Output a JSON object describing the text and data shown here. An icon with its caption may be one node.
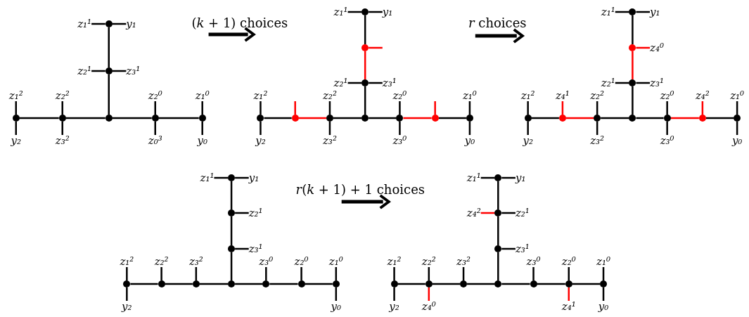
{
  "diagram": {
    "nodes": [
      {
        "text": [],
        "shape": "circle"
      },
      {
        "text": [],
        "shape": "circle"
      },
      {
        "text": [],
        "shape": "circle"
      },
      {
        "text": [],
        "shape": "circle"
      },
      {
        "text": [],
        "shape": "circle"
      },
      {
        "text": [],
        "shape": "circle"
      },
      {
        "text": [],
        "shape": "circle"
      },
      {
        "text": [
          "z₁¹"
        ]
      },
      {
        "text": [
          "y₁"
        ]
      },
      {
        "text": [
          "z₂¹"
        ]
      },
      {
        "text": [
          "z₃¹"
        ]
      },
      {
        "text": [
          "z₁²"
        ]
      },
      {
        "text": [
          "z₂²"
        ]
      },
      {
        "text": [
          "z₂⁰"
        ]
      },
      {
        "text": [
          "z₁⁰"
        ]
      },
      {
        "text": [
          "y₂"
        ]
      },
      {
        "text": [
          "z₃²"
        ]
      },
      {
        "text": [
          "z₀³"
        ]
      },
      {
        "text": [
          "y₀"
        ]
      },
      {
        "text": [],
        "shape": "circle"
      },
      {
        "text": [],
        "shape": "circle"
      },
      {
        "text": [],
        "shape": "circle"
      },
      {
        "text": [],
        "shape": "circle"
      },
      {
        "text": [],
        "shape": "circle"
      },
      {
        "text": [],
        "shape": "circle"
      },
      {
        "text": [],
        "shape": "circle"
      },
      {
        "text": [],
        "shape": "circle"
      },
      {
        "text": [],
        "shape": "circle"
      },
      {
        "text": [],
        "shape": "circle"
      },
      {
        "text": [
          "z₁¹"
        ]
      },
      {
        "text": [
          "y₁"
        ]
      },
      {
        "text": [
          "z₂¹"
        ]
      },
      {
        "text": [
          "z₃¹"
        ]
      },
      {
        "text": [
          "z₁²"
        ]
      },
      {
        "text": [
          "z₂²"
        ]
      },
      {
        "text": [
          "z₂⁰"
        ]
      },
      {
        "text": [
          "z₁⁰"
        ]
      },
      {
        "text": [
          "y₂"
        ]
      },
      {
        "text": [
          "z₃²"
        ]
      },
      {
        "text": [
          "z₃⁰"
        ]
      },
      {
        "text": [
          "y₀"
        ]
      },
      {
        "text": [],
        "shape": "circle"
      },
      {
        "text": [],
        "shape": "circle"
      },
      {
        "text": [],
        "shape": "circle"
      },
      {
        "text": [],
        "shape": "circle"
      },
      {
        "text": [],
        "shape": "circle"
      },
      {
        "text": [],
        "shape": "circle"
      },
      {
        "text": [],
        "shape": "circle"
      },
      {
        "text": [],
        "shape": "circle"
      },
      {
        "text": [],
        "shape": "circle"
      },
      {
        "text": [],
        "shape": "circle"
      },
      {
        "text": [
          "z₁¹"
        ]
      },
      {
        "text": [
          "y₁"
        ]
      },
      {
        "text": [
          "z₄⁰"
        ]
      },
      {
        "text": [
          "z₂¹"
        ]
      },
      {
        "text": [
          "z₃¹"
        ]
      },
      {
        "text": [
          "z₁²"
        ]
      },
      {
        "text": [
          "z₄¹"
        ]
      },
      {
        "text": [
          "z₂²"
        ]
      },
      {
        "text": [
          "z₂⁰"
        ]
      },
      {
        "text": [
          "z₄²"
        ]
      },
      {
        "text": [
          "z₁⁰"
        ]
      },
      {
        "text": [
          "y₂"
        ]
      },
      {
        "text": [
          "z₃²"
        ]
      },
      {
        "text": [
          "z₃⁰"
        ]
      },
      {
        "text": [
          "y₀"
        ]
      },
      {
        "text": [],
        "shape": "circle"
      },
      {
        "text": [],
        "shape": "circle"
      },
      {
        "text": [],
        "shape": "circle"
      },
      {
        "text": [],
        "shape": "circle"
      },
      {
        "text": [],
        "shape": "circle"
      },
      {
        "text": [],
        "shape": "circle"
      },
      {
        "text": [],
        "shape": "circle"
      },
      {
        "text": [],
        "shape": "circle"
      },
      {
        "text": [],
        "shape": "circle"
      },
      {
        "text": [],
        "shape": "circle"
      },
      {
        "text": [
          "z₁¹"
        ]
      },
      {
        "text": [
          "y₁"
        ]
      },
      {
        "text": [
          "z₂¹"
        ]
      },
      {
        "text": [
          "z₃¹"
        ]
      },
      {
        "text": [
          "z₁²"
        ]
      },
      {
        "text": [
          "z₂²"
        ]
      },
      {
        "text": [
          "z₃²"
        ]
      },
      {
        "text": [
          "z₃⁰"
        ]
      },
      {
        "text": [
          "z₂⁰"
        ]
      },
      {
        "text": [
          "z₁⁰"
        ]
      },
      {
        "text": [
          "y₂"
        ]
      },
      {
        "text": [
          "y₀"
        ]
      },
      {
        "text": [],
        "shape": "circle"
      },
      {
        "text": [],
        "shape": "circle"
      },
      {
        "text": [],
        "shape": "circle"
      },
      {
        "text": [],
        "shape": "circle"
      },
      {
        "text": [],
        "shape": "circle"
      },
      {
        "text": [],
        "shape": "circle"
      },
      {
        "text": [],
        "shape": "circle"
      },
      {
        "text": [],
        "shape": "circle"
      },
      {
        "text": [],
        "shape": "circle"
      },
      {
        "text": [],
        "shape": "circle"
      },
      {
        "text": [
          "z₁¹"
        ]
      },
      {
        "text": [
          "y₁"
        ]
      },
      {
        "text": [
          "z₄²"
        ]
      },
      {
        "text": [
          "z₂¹"
        ]
      },
      {
        "text": [
          "z₃¹"
        ]
      },
      {
        "text": [
          "z₁²"
        ]
      },
      {
        "text": [
          "z₂²"
        ]
      },
      {
        "text": [
          "z₃²"
        ]
      },
      {
        "text": [
          "z₃⁰"
        ]
      },
      {
        "text": [
          "z₂⁰"
        ]
      },
      {
        "text": [
          "z₁⁰"
        ]
      },
      {
        "text": [
          "y₂"
        ]
      },
      {
        "text": [
          "z₄⁰"
        ]
      },
      {
        "text": [
          "z₄¹"
        ]
      },
      {
        "text": [
          "y₀"
        ]
      }
    ],
    "edges": [
      {
        "from": 0,
        "to": 1,
        "arrow": "none"
      },
      {
        "from": 1,
        "to": 2,
        "arrow": "none"
      },
      {
        "from": 3,
        "to": 4,
        "arrow": "none"
      },
      {
        "from": 4,
        "to": 2,
        "arrow": "none"
      },
      {
        "from": 2,
        "to": 5,
        "arrow": "none"
      },
      {
        "from": 5,
        "to": 6,
        "arrow": "none"
      },
      {
        "from": 0,
        "to": 7,
        "arrow": "none"
      },
      {
        "from": 0,
        "to": 8,
        "arrow": "none"
      },
      {
        "from": 1,
        "to": 9,
        "arrow": "none"
      },
      {
        "from": 1,
        "to": 10,
        "arrow": "none"
      },
      {
        "from": 3,
        "to": 11,
        "arrow": "none"
      },
      {
        "from": 3,
        "to": 15,
        "arrow": "none"
      },
      {
        "from": 4,
        "to": 12,
        "arrow": "none"
      },
      {
        "from": 4,
        "to": 16,
        "arrow": "none"
      },
      {
        "from": 5,
        "to": 13,
        "arrow": "none"
      },
      {
        "from": 5,
        "to": 17,
        "arrow": "none"
      },
      {
        "from": 6,
        "to": 14,
        "arrow": "none"
      },
      {
        "from": 6,
        "to": 18,
        "arrow": "none"
      },
      {
        "from": 19,
        "to": 20,
        "arrow": "none"
      },
      {
        "from": 20,
        "to": 21,
        "arrow": "none",
        "color": "#ff0000"
      },
      {
        "from": 21,
        "to": 22,
        "arrow": "none"
      },
      {
        "from": 23,
        "to": 24,
        "arrow": "none"
      },
      {
        "from": 24,
        "to": 25,
        "arrow": "none",
        "color": "#ff0000"
      },
      {
        "from": 25,
        "to": 22,
        "arrow": "none"
      },
      {
        "from": 22,
        "to": 26,
        "arrow": "none"
      },
      {
        "from": 26,
        "to": 27,
        "arrow": "none",
        "color": "#ff0000"
      },
      {
        "from": 27,
        "to": 28,
        "arrow": "none"
      },
      {
        "from": 19,
        "to": 29,
        "arrow": "none"
      },
      {
        "from": 19,
        "to": 30,
        "arrow": "none"
      },
      {
        "from": 20,
        "to": null,
        "arrow": "none",
        "color": "#ff0000"
      },
      {
        "from": 21,
        "to": 31,
        "arrow": "none"
      },
      {
        "from": 21,
        "to": 32,
        "arrow": "none"
      },
      {
        "from": 23,
        "to": 33,
        "arrow": "none"
      },
      {
        "from": 23,
        "to": 37,
        "arrow": "none"
      },
      {
        "from": 24,
        "to": null,
        "arrow": "none",
        "color": "#ff0000"
      },
      {
        "from": 25,
        "to": 34,
        "arrow": "none"
      },
      {
        "from": 25,
        "to": 38,
        "arrow": "none"
      },
      {
        "from": 26,
        "to": 35,
        "arrow": "none"
      },
      {
        "from": 26,
        "to": 39,
        "arrow": "none"
      },
      {
        "from": 27,
        "to": null,
        "arrow": "none",
        "color": "#ff0000"
      },
      {
        "from": 28,
        "to": 36,
        "arrow": "none"
      },
      {
        "from": 28,
        "to": 40,
        "arrow": "none"
      },
      {
        "from": 41,
        "to": 42,
        "arrow": "none"
      },
      {
        "from": 42,
        "to": 43,
        "arrow": "none",
        "color": "#ff0000"
      },
      {
        "from": 43,
        "to": 44,
        "arrow": "none"
      },
      {
        "from": 45,
        "to": 46,
        "arrow": "none"
      },
      {
        "from": 46,
        "to": 47,
        "arrow": "none",
        "color": "#ff0000"
      },
      {
        "from": 47,
        "to": 44,
        "arrow": "none"
      },
      {
        "from": 44,
        "to": 48,
        "arrow": "none"
      },
      {
        "from": 48,
        "to": 49,
        "arrow": "none",
        "color": "#ff0000"
      },
      {
        "from": 49,
        "to": 50,
        "arrow": "none"
      },
      {
        "from": 41,
        "to": 51,
        "arrow": "none"
      },
      {
        "from": 41,
        "to": 52,
        "arrow": "none"
      },
      {
        "from": 42,
        "to": 53,
        "arrow": "none",
        "color": "#ff0000"
      },
      {
        "from": 43,
        "to": 54,
        "arrow": "none"
      },
      {
        "from": 43,
        "to": 55,
        "arrow": "none"
      },
      {
        "from": 45,
        "to": 56,
        "arrow": "none"
      },
      {
        "from": 45,
        "to": 62,
        "arrow": "none"
      },
      {
        "from": 46,
        "to": 57,
        "arrow": "none",
        "color": "#ff0000"
      },
      {
        "from": 47,
        "to": 58,
        "arrow": "none"
      },
      {
        "from": 47,
        "to": 63,
        "arrow": "none"
      },
      {
        "from": 48,
        "to": 59,
        "arrow": "none"
      },
      {
        "from": 48,
        "to": 64,
        "arrow": "none"
      },
      {
        "from": 49,
        "to": 60,
        "arrow": "none",
        "color": "#ff0000"
      },
      {
        "from": 50,
        "to": 61,
        "arrow": "none"
      },
      {
        "from": 50,
        "to": 65,
        "arrow": "none"
      },
      {
        "from": 66,
        "to": 67,
        "arrow": "none"
      },
      {
        "from": 67,
        "to": 68,
        "arrow": "none"
      },
      {
        "from": 68,
        "to": 69,
        "arrow": "none"
      },
      {
        "from": 70,
        "to": 71,
        "arrow": "none"
      },
      {
        "from": 71,
        "to": 72,
        "arrow": "none"
      },
      {
        "from": 72,
        "to": 69,
        "arrow": "none"
      },
      {
        "from": 69,
        "to": 73,
        "arrow": "none"
      },
      {
        "from": 73,
        "to": 74,
        "arrow": "none"
      },
      {
        "from": 74,
        "to": 75,
        "arrow": "none"
      },
      {
        "from": 66,
        "to": 76,
        "arrow": "none"
      },
      {
        "from": 66,
        "to": 77,
        "arrow": "none"
      },
      {
        "from": 67,
        "to": 78,
        "arrow": "none"
      },
      {
        "from": 68,
        "to": 79,
        "arrow": "none"
      },
      {
        "from": 70,
        "to": 80,
        "arrow": "none"
      },
      {
        "from": 70,
        "to": 86,
        "arrow": "none"
      },
      {
        "from": 71,
        "to": 81,
        "arrow": "none"
      },
      {
        "from": 72,
        "to": 82,
        "arrow": "none"
      },
      {
        "from": 73,
        "to": 83,
        "arrow": "none"
      },
      {
        "from": 74,
        "to": 84,
        "arrow": "none"
      },
      {
        "from": 75,
        "to": 85,
        "arrow": "none"
      },
      {
        "from": 75,
        "to": 87,
        "arrow": "none"
      },
      {
        "from": 88,
        "to": 89,
        "arrow": "none"
      },
      {
        "from": 89,
        "to": 90,
        "arrow": "none"
      },
      {
        "from": 90,
        "to": 91,
        "arrow": "none"
      },
      {
        "from": 92,
        "to": 93,
        "arrow": "none"
      },
      {
        "from": 93,
        "to": 94,
        "arrow": "none"
      },
      {
        "from": 94,
        "to": 91,
        "arrow": "none"
      },
      {
        "from": 91,
        "to": 95,
        "arrow": "none"
      },
      {
        "from": 95,
        "to": 96,
        "arrow": "none"
      },
      {
        "from": 96,
        "to": 97,
        "arrow": "none"
      },
      {
        "from": 88,
        "to": 98,
        "arrow": "none"
      },
      {
        "from": 88,
        "to": 99,
        "arrow": "none"
      },
      {
        "from": 89,
        "to": 100,
        "arrow": "none",
        "color": "#ff0000"
      },
      {
        "from": 89,
        "to": 101,
        "arrow": "none"
      },
      {
        "from": 90,
        "to": 102,
        "arrow": "none"
      },
      {
        "from": 92,
        "to": 103,
        "arrow": "none"
      },
      {
        "from": 92,
        "to": 109,
        "arrow": "none"
      },
      {
        "from": 93,
        "to": 104,
        "arrow": "none"
      },
      {
        "from": 93,
        "to": 110,
        "arrow": "none",
        "color": "#ff0000"
      },
      {
        "from": 94,
        "to": 105,
        "arrow": "none"
      },
      {
        "from": 95,
        "to": 106,
        "arrow": "none"
      },
      {
        "from": 96,
        "to": 107,
        "arrow": "none"
      },
      {
        "from": 96,
        "to": 111,
        "arrow": "none",
        "color": "#ff0000"
      },
      {
        "from": 97,
        "to": 108,
        "arrow": "none"
      },
      {
        "from": 97,
        "to": 112,
        "arrow": "none"
      }
    ],
    "labels": [
      "(*k* + 1) choices",
      "*r* choices",
      "*r*(*k* + 1) + 1 choices"
    ]
  }
}
